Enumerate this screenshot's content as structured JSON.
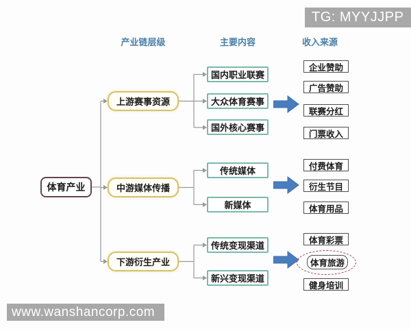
{
  "watermark_top": "TG: MYYJJPP",
  "watermark_bottom": "www.wanshancorp.com",
  "root_label": "体育产业",
  "headers": {
    "level": "产业链层级",
    "content": "主要内容",
    "revenue": "收入来源"
  },
  "groups": [
    {
      "level": "上游赛事资源",
      "contents": [
        "国内职业联赛",
        "大众体育赛事",
        "国外核心赛事"
      ],
      "revenues": [
        "企业赞助",
        "广告赞助",
        "联赛分红",
        "门票收入"
      ]
    },
    {
      "level": "中游媒体传播",
      "contents": [
        "传统媒体",
        "新媒体"
      ],
      "revenues": [
        "付费体育",
        "衍生节目",
        "体育用品"
      ]
    },
    {
      "level": "下游衍生产业",
      "contents": [
        "传统变现渠道",
        "新兴变现渠道"
      ],
      "revenues": [
        "体育彩票",
        "体育旅游",
        "健身培训"
      ],
      "highlighted_revenue": "体育旅游"
    }
  ],
  "colors": {
    "header_text": "#4a7fa8",
    "level_border": "#d5c367",
    "content_border": "#78b9ad",
    "revenue_border": "#4d4d4d",
    "root_border": "#64444a",
    "arrow_fill": "#4a7dbd",
    "connector": "#999999",
    "highlight_dashed": "#a04048",
    "watermark_bg": "#a8a8a8"
  }
}
